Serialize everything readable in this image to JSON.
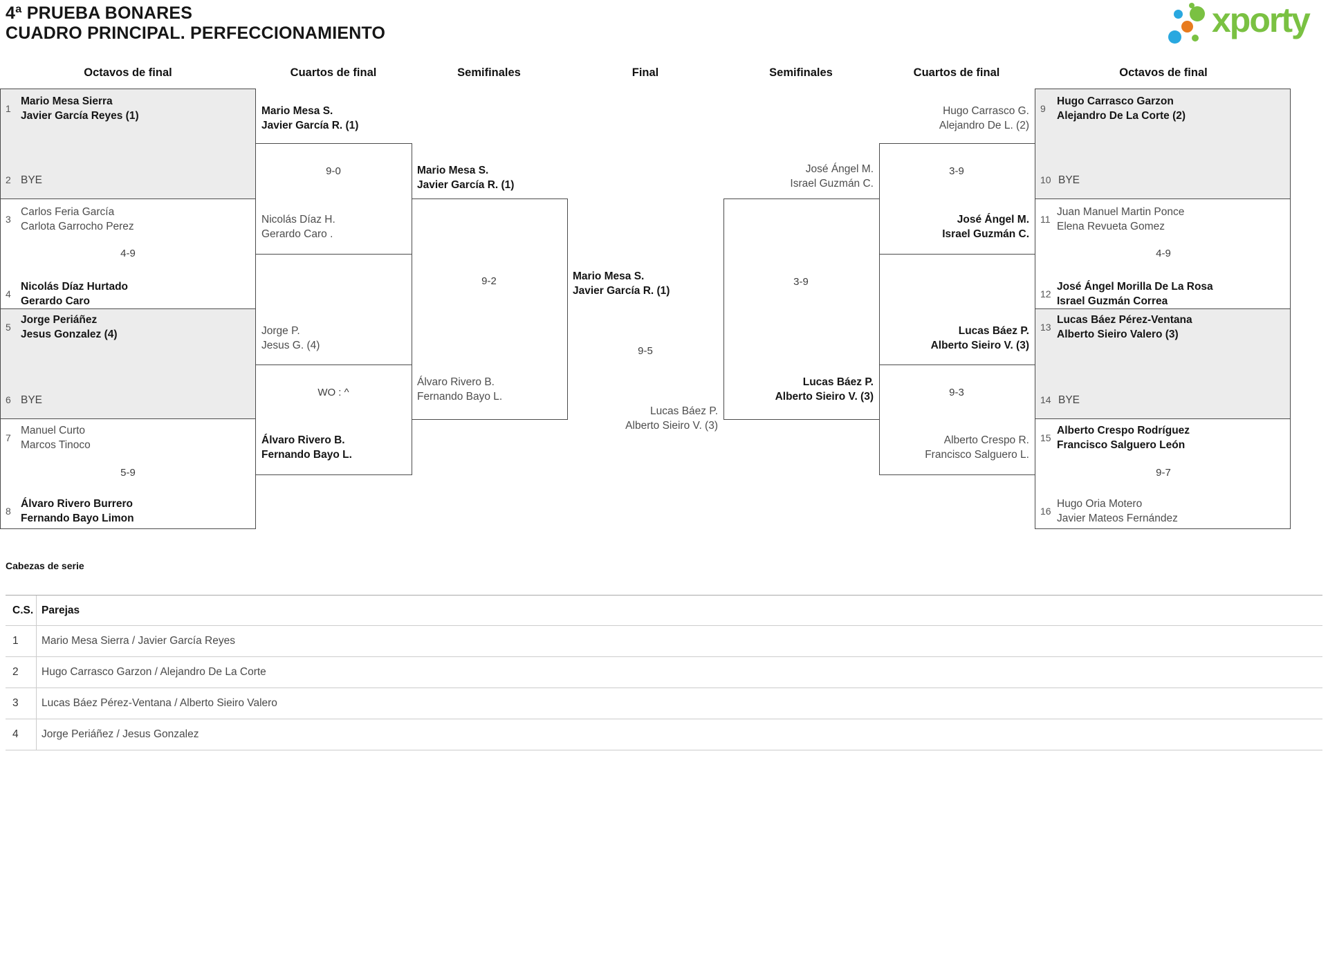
{
  "title": {
    "line1": "4ª PRUEBA BONARES",
    "line2": "CUADRO PRINCIPAL. PERFECCIONAMIENTO"
  },
  "logo": {
    "text": "xporty"
  },
  "columns": [
    "Octavos de final",
    "Cuartos de final",
    "Semifinales",
    "Final",
    "Semifinales",
    "Cuartos de final",
    "Octavos de final"
  ],
  "oct_l": {
    "n1": "1",
    "e1a": "Mario Mesa Sierra",
    "e1b": "Javier García Reyes (1)",
    "n2": "2",
    "e2": "BYE",
    "n3": "3",
    "e3a": "Carlos Feria García",
    "e3b": "Carlota Garrocho Perez",
    "s12": "4-9",
    "n4": "4",
    "e4a": "Nicolás Díaz Hurtado",
    "e4b": "Gerardo Caro",
    "n5": "5",
    "e5a": "Jorge Periáñez",
    "e5b": "Jesus Gonzalez (4)",
    "n6": "6",
    "e6": "BYE",
    "n7": "7",
    "e7a": "Manuel Curto",
    "e7b": "Marcos Tinoco",
    "s34": "5-9",
    "n8": "8",
    "e8a": "Álvaro Rivero Burrero",
    "e8b": "Fernando Bayo Limon"
  },
  "oct_r": {
    "n9": "9",
    "e9a": "Hugo Carrasco Garzon",
    "e9b": "Alejandro De La Corte (2)",
    "n10": "10",
    "e10": "BYE",
    "n11": "11",
    "e11a": "Juan Manuel Martin Ponce",
    "e11b": "Elena Revueta Gomez",
    "s12": "4-9",
    "n12": "12",
    "e12a": "José Ángel Morilla De La Rosa",
    "e12b": "Israel Guzmán Correa",
    "n13": "13",
    "e13a": "Lucas Báez Pérez-Ventana",
    "e13b": "Alberto Sieiro Valero (3)",
    "n14": "14",
    "e14": "BYE",
    "n15": "15",
    "e15a": "Alberto Crespo Rodríguez",
    "e15b": "Francisco Salguero León",
    "s34": "9-7",
    "n16": "16",
    "e16a": "Hugo Oria Motero",
    "e16b": "Javier Mateos Fernández"
  },
  "qf_l": {
    "m1_top1": "Mario Mesa S.",
    "m1_top2": "Javier García R. (1)",
    "m1_score": "9-0",
    "m1_bot1": "Nicolás Díaz H.",
    "m1_bot2": "Gerardo Caro .",
    "m2_top1": "Jorge P.",
    "m2_top2": "Jesus G. (4)",
    "m2_score": "WO : ^",
    "m2_bot1": "Álvaro Rivero B.",
    "m2_bot2": "Fernando Bayo L."
  },
  "qf_r": {
    "m1_top1": "Hugo Carrasco G.",
    "m1_top2": "Alejandro De L. (2)",
    "m1_score": "3-9",
    "m1_bot1": "José Ángel M.",
    "m1_bot2": "Israel Guzmán C.",
    "m2_top1": "Lucas Báez P.",
    "m2_top2": "Alberto Sieiro V. (3)",
    "m2_score": "9-3",
    "m2_bot1": "Alberto Crespo R.",
    "m2_bot2": "Francisco Salguero L."
  },
  "sf_l": {
    "top1": "Mario Mesa S.",
    "top2": "Javier García R. (1)",
    "score": "9-2",
    "bot1": "Álvaro Rivero B.",
    "bot2": "Fernando Bayo L."
  },
  "sf_r": {
    "top1": "José Ángel M.",
    "top2": "Israel Guzmán C.",
    "score": "3-9",
    "bot1": "Lucas Báez P.",
    "bot2": "Alberto Sieiro V. (3)"
  },
  "final": {
    "win1": "Mario Mesa S.",
    "win2": "Javier García R. (1)",
    "score": "9-5",
    "run1": "Lucas Báez P.",
    "run2": "Alberto Sieiro V. (3)"
  },
  "seeds": {
    "title": "Cabezas de serie",
    "col_cs": "C.S.",
    "col_pairs": "Parejas",
    "rows": [
      {
        "cs": "1",
        "pair": "Mario Mesa Sierra / Javier García Reyes"
      },
      {
        "cs": "2",
        "pair": "Hugo Carrasco Garzon / Alejandro De La Corte"
      },
      {
        "cs": "3",
        "pair": "Lucas Báez Pérez-Ventana / Alberto Sieiro Valero"
      },
      {
        "cs": "4",
        "pair": "Jorge Periáñez / Jesus Gonzalez"
      }
    ]
  },
  "colors": {
    "brand_green": "#7ac142",
    "dot_blue": "#29a8e0",
    "dot_orange": "#e87b1e",
    "bye_fill": "#ececec",
    "box_border": "#4b4b4b"
  }
}
